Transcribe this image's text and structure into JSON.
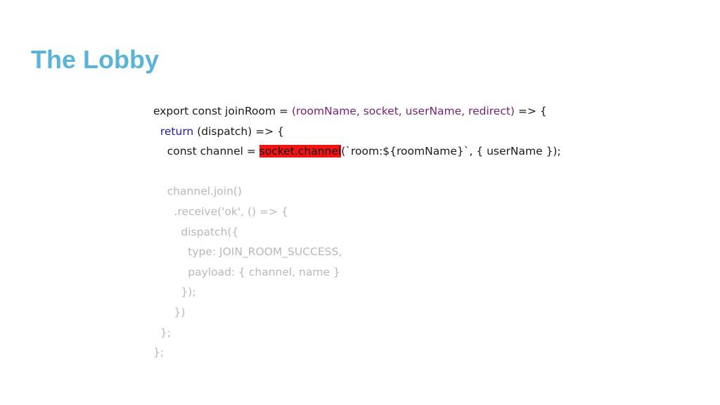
{
  "slide": {
    "title": "The Lobby"
  },
  "code": {
    "l1_a": "export const joinRoom = ",
    "l1_params": "(roomName, socket, userName, redirect)",
    "l1_b": " => {",
    "l2_indent": "  ",
    "l2_kw": "return",
    "l2_rest": " (dispatch) => {",
    "l3_a": "    const channel = ",
    "l3_hl": "socket.channel",
    "l3_b": "(`room:${roomName}`, { userName });",
    "l4": "",
    "l5": "    channel.join()",
    "l6": "      .receive('ok', () => {",
    "l7": "        dispatch({",
    "l8": "          type: JOIN_ROOM_SUCCESS,",
    "l9": "          payload: { channel, name }",
    "l10": "        });",
    "l11": "      })",
    "l12": "  };",
    "l13": "};"
  }
}
